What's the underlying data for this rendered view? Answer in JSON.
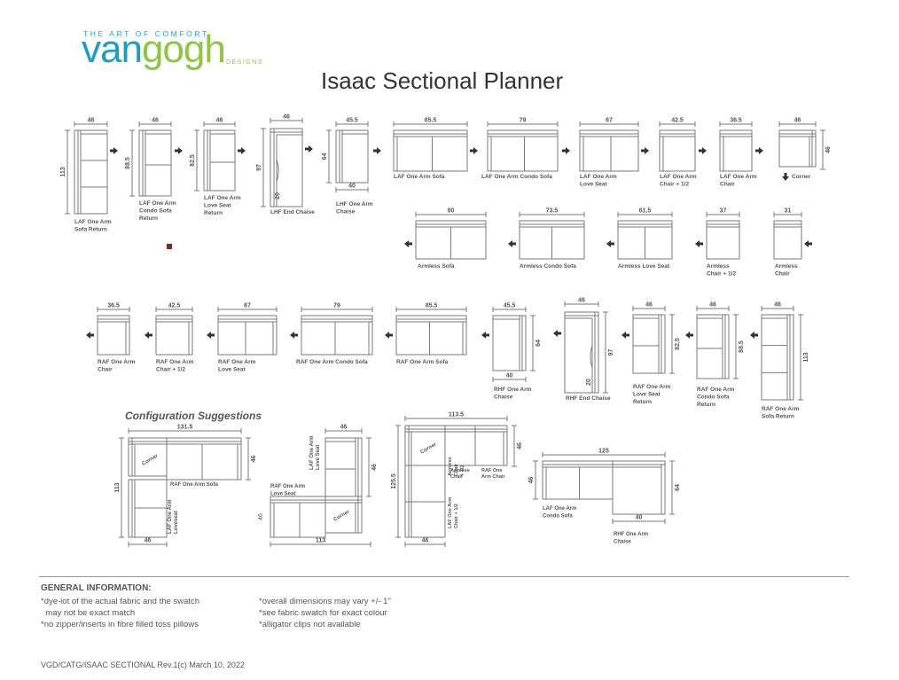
{
  "logo": {
    "tagline": "THE ART OF COMFORT",
    "word_a": "van",
    "word_b": "gogh",
    "sub": "DESIGNS"
  },
  "title": "Isaac Sectional Planner",
  "colors": {
    "line": "#7a7a7a",
    "dark": "#555555",
    "brand_blue": "#1a9fc4",
    "brand_green": "#8dc63f"
  },
  "pieces": {
    "laf_sofa_return": {
      "width": "46",
      "depth": "113",
      "label": [
        "LAF One Arm",
        "Sofa Return"
      ]
    },
    "laf_condo_return": {
      "width": "46",
      "depth": "88.5",
      "label": [
        "LAF One Arm",
        "Condo Sofa",
        "Return"
      ]
    },
    "laf_love_return": {
      "width": "46",
      "depth": "82.5",
      "label": [
        "LAF One Arm",
        "Love Seat",
        "Return"
      ]
    },
    "lhf_end_chaise": {
      "width": "46",
      "depth": "97",
      "inner": "20",
      "label": [
        "LHF End Chaise"
      ]
    },
    "lhf_chaise": {
      "width": "45.5",
      "depth": "64",
      "bottom": "40",
      "label": [
        "LHF One Arm",
        "Chaise"
      ]
    },
    "laf_sofa": {
      "width": "85.5",
      "label": [
        "LAF One Arm Sofa"
      ]
    },
    "laf_condo": {
      "width": "79",
      "label": [
        "LAF One Arm Condo Sofa"
      ]
    },
    "laf_love": {
      "width": "67",
      "label": [
        "LAF One Arm",
        "Love Seat"
      ]
    },
    "laf_chair_half": {
      "width": "42.5",
      "label": [
        "LAF One Arm",
        "Chair + 1/2"
      ]
    },
    "laf_chair": {
      "width": "36.5",
      "label": [
        "LAF One Arm",
        "Chair"
      ]
    },
    "corner": {
      "width": "46",
      "depth": "46",
      "label": [
        "Corner"
      ]
    },
    "armless_sofa": {
      "width": "80",
      "label": [
        "Armless Sofa"
      ]
    },
    "armless_condo": {
      "width": "73.5",
      "label": [
        "Armless Condo Sofa"
      ]
    },
    "armless_love": {
      "width": "61.5",
      "label": [
        "Armless Love Seat"
      ]
    },
    "armless_chair_half": {
      "width": "37",
      "label": [
        "Armless",
        "Chair + 1/2"
      ]
    },
    "armless_chair": {
      "width": "31",
      "label": [
        "Armless",
        "Chair"
      ]
    },
    "raf_chair": {
      "width": "36.5",
      "label": [
        "RAF One Arm",
        "Chair"
      ]
    },
    "raf_chair_half": {
      "width": "42.5",
      "label": [
        "RAF One Arm",
        "Chair + 1/2"
      ]
    },
    "raf_love": {
      "width": "67",
      "label": [
        "RAF One Arm",
        "Love Seat"
      ]
    },
    "raf_condo": {
      "width": "79",
      "label": [
        "RAF One Arm Condo Sofa"
      ]
    },
    "raf_sofa": {
      "width": "85.5",
      "label": [
        "RAF One Arm Sofa"
      ]
    },
    "rhf_chaise": {
      "width": "45.5",
      "depth": "64",
      "bottom": "40",
      "label": [
        "RHF One Arm",
        "Chaise"
      ]
    },
    "rhf_end_chaise": {
      "width": "46",
      "depth": "97",
      "inner": "20",
      "label": [
        "RHF End Chaise"
      ]
    },
    "raf_love_return": {
      "width": "46",
      "depth": "82.5",
      "label": [
        "RAF One Arm",
        "Love Seat",
        "Return"
      ]
    },
    "raf_condo_return": {
      "width": "46",
      "depth": "88.5",
      "label": [
        "RAF One Arm",
        "Condo Sofa",
        "Return"
      ]
    },
    "raf_sofa_return": {
      "width": "46",
      "depth": "113",
      "label": [
        "RAF One Arm",
        "Sofa Return"
      ]
    }
  },
  "config_heading": "Configuration Suggestions",
  "configs": {
    "c1": {
      "top": "131.5",
      "left": "113",
      "right": "46",
      "bottom": "46",
      "corner": "Corner",
      "sofa": "RAF One Arm Sofa",
      "loveseat": [
        "LAF One Arm",
        "Loveseat"
      ]
    },
    "c2": {
      "top": "46",
      "left": "46",
      "bottom": "113",
      "corner": "Corner",
      "love_v": [
        "LAF One Arm",
        "Love Seat"
      ],
      "love_h": [
        "RAF One Arm",
        "Love Seat"
      ]
    },
    "c3": {
      "top": "113.5",
      "left": "125.5",
      "right": "46",
      "bottom": "46",
      "corner": "Corner",
      "armless_chair": [
        "Armless",
        "Chair"
      ],
      "raf_chair": [
        "RAF One",
        "Arm Chair"
      ],
      "armless_half": [
        "Armless",
        "Chair",
        "+ 1/2"
      ],
      "laf_half": [
        "LAF One Arm",
        "Chair + 1/2"
      ]
    },
    "c4": {
      "top": "125",
      "left": "46",
      "right": "64",
      "bottom": "40",
      "condo": [
        "LAF One Arm",
        "Condo Sofa"
      ],
      "chaise": [
        "RHF One Arm",
        "Chaise"
      ]
    }
  },
  "general": {
    "heading": "GENERAL INFORMATION:",
    "notes_left": [
      "*dye-lot of the actual fabric and the swatch",
      "  may not be exact match",
      "*no zipper/inserts in fibre filled toss pillows"
    ],
    "notes_right": [
      "*overall dimensions may vary +/- 1\"",
      "*see fabric swatch for exact colour",
      "*alligator clips not available"
    ]
  },
  "footer": "VGD/CATG/ISAAC SECTIONAL Rev.1(c) March 10, 2022"
}
